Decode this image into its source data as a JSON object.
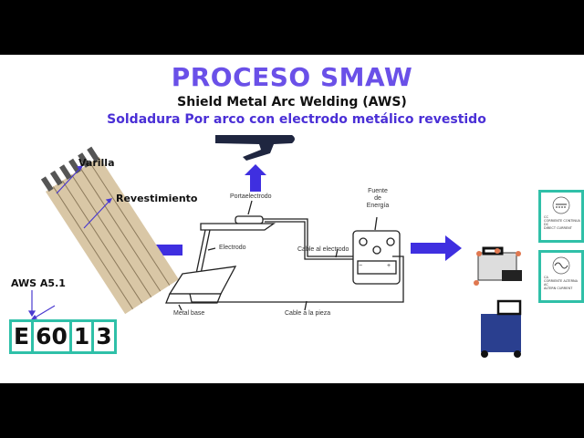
{
  "title": "PROCESO SMAW",
  "subtitle": "Shield Metal Arc Welding (AWS)",
  "subtitle2": "Soldadura Por arco con electrodo metálico revestido",
  "electrode": {
    "rod_label": "Varilla",
    "coating_label": "Revestimiento",
    "standard": "AWS A5.1",
    "code": [
      "E",
      "60",
      "1",
      "3"
    ]
  },
  "diagram": {
    "holder": "Portaelectrodo",
    "power_source": [
      "Fuente",
      "de",
      "Energía"
    ],
    "electrode": "Electrodo",
    "cable_electrode": "Cable al electrodo",
    "base_metal": "Metal base",
    "cable_work": "Cable a la pieza",
    "minus": "−",
    "plus": "+"
  },
  "panels": [
    {
      "lines": [
        "CC",
        "CORRIENTE CONTINUA",
        "DC",
        "DIRECT CURRENT"
      ]
    },
    {
      "lines": [
        "CA",
        "CORRIENTE ALTERNA",
        "AC",
        "ALTERN CURRENT"
      ]
    }
  ],
  "colors": {
    "title": "#6a50e8",
    "accent": "#3f2fe0",
    "panel_border": "#30c0a8"
  }
}
